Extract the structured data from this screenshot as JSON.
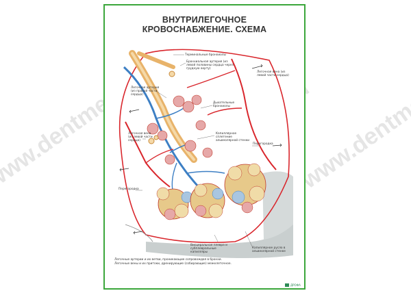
{
  "title_line1": "ВНУТРИЛЕГОЧНОЕ",
  "title_line2": "КРОВОСНАБЖЕНИЕ. СХЕМА",
  "labels": {
    "terminal_bronchioles": "Терминальные бронхиолы",
    "bronchial_artery": "Бронхиальная артерия (из левой половины сердца через грудную аорту)",
    "pulmonary_vein_top": "Легочная вена (из левой части сердца)",
    "pulmonary_artery": "Легочная артерия (из правой части сердца)",
    "respiratory_bronchioles": "Дыхательные бронхиолы",
    "capillary_plexus": "Капиллярное сплетение альвеолярной стенки",
    "pulmonary_vein_left": "Легочная вена (из левой части сердца)",
    "septum_right": "Перегородка",
    "septum_left": "Перегородка",
    "visceral_pleura": "Висцеральная плевра и субплевральные капилляры",
    "capillary_bed": "Капиллярное русло в альвеолярной стенке"
  },
  "caption_line1": "Легочные артерии и их ветви, проникающие сопровождая в бронхи.",
  "caption_line2": "Легочные вены и их притоки, дренирующие (собирающие) межклеточное.",
  "logo_text": "ДРОФА",
  "watermark_text": "www.dentmed.ru",
  "colors": {
    "frame": "#3aa63a",
    "artery": "#d9262c",
    "vein": "#3d7fc4",
    "bronchus": "#e8b36a",
    "alveoli": "#e7c98a",
    "pleura": "#c9cfcf"
  }
}
